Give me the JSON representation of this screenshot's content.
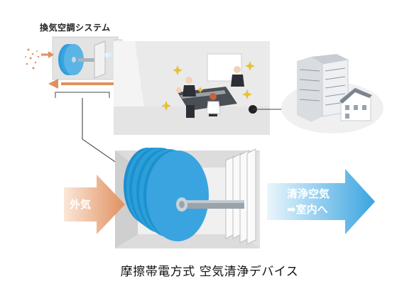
{
  "system_label": "換気空調システム",
  "outside_air_label": "外気",
  "clean_air_line1": "清浄空気",
  "clean_air_line2": "➡室内へ",
  "caption": "摩擦帯電方式 空気清浄デバイス",
  "colors": {
    "outside_air": "#e0905f",
    "clean_air": "#2a9fd8",
    "disk_blue": "#3aa4e0",
    "room_floor": "#e8e8e8",
    "box_gray": "#d4d4d4"
  }
}
